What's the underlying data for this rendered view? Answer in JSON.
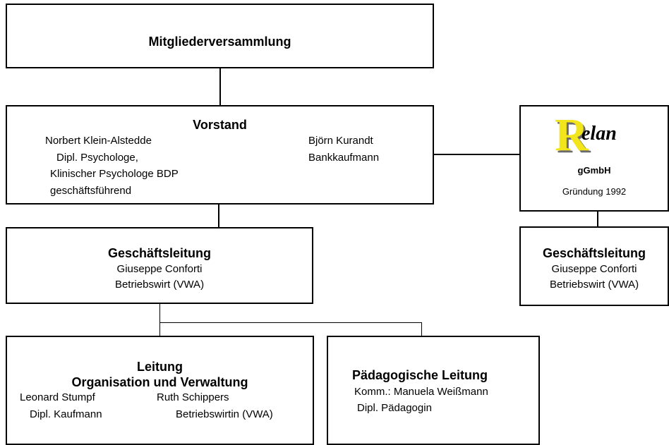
{
  "mitglieder": {
    "title": "Mitgliederversammlung"
  },
  "vorstand": {
    "title": "Vorstand",
    "left": [
      "Norbert Klein-Alstedde",
      "Dipl. Psychologe,",
      "Klinischer Psychologe BDP",
      "geschäftsführend"
    ],
    "right": [
      "Björn Kurandt",
      "Bankkaufmann"
    ]
  },
  "relan": {
    "logo_letter": "R",
    "logo_text": "elan",
    "company": "gGmbH",
    "founded": "Gründung 1992"
  },
  "geschaeftsleitung_main": {
    "title": "Geschäftsleitung",
    "name": "Giuseppe Conforti",
    "role": "Betriebswirt (VWA)"
  },
  "geschaeftsleitung_relan": {
    "title": "Geschäftsleitung",
    "name": "Giuseppe Conforti",
    "role": "Betriebswirt (VWA)"
  },
  "leitung_org": {
    "title1": "Leitung",
    "title2": "Organisation und Verwaltung",
    "person1_name": "Leonard Stumpf",
    "person1_role": "Dipl. Kaufmann",
    "person2_name": "Ruth Schippers",
    "person2_role": "Betriebswirtin (VWA)"
  },
  "paed": {
    "title": "Pädagogische Leitung",
    "name": "Komm.: Manuela Weißmann",
    "role": "Dipl. Pädagogin"
  },
  "colors": {
    "logo_yellow": "#f2e51c",
    "logo_shadow": "#6b6b6b"
  }
}
